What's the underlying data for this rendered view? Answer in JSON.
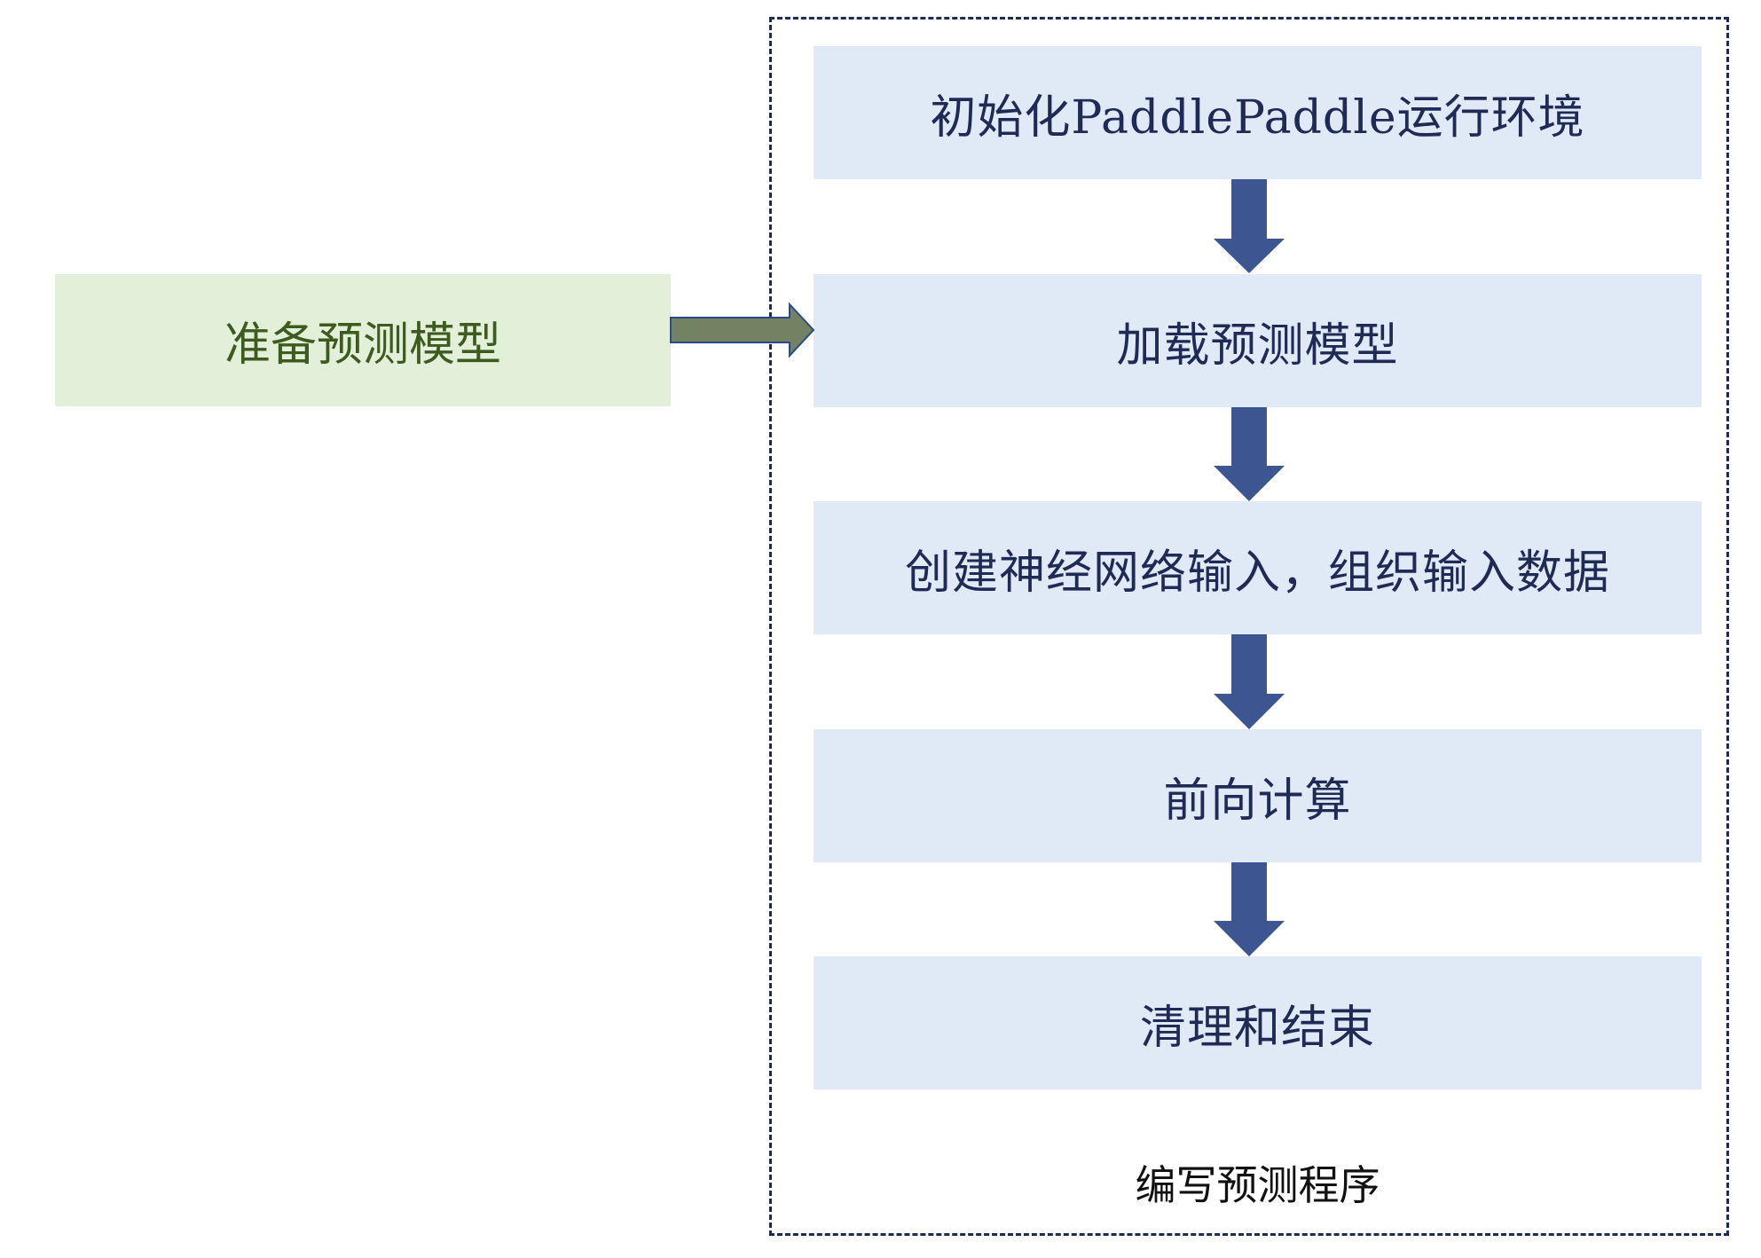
{
  "diagram": {
    "prepare_box": {
      "label": "准备预测模型"
    },
    "program_group": {
      "caption": "编写预测程序",
      "steps": [
        {
          "label": "初始化PaddlePaddle运行环境"
        },
        {
          "label": "加载预测模型"
        },
        {
          "label": "创建神经网络输入，组织输入数据"
        },
        {
          "label": "前向计算"
        },
        {
          "label": "清理和结束"
        }
      ]
    },
    "colors": {
      "step_fill": "#e0e9f6",
      "step_text": "#1f2a55",
      "prepare_fill": "#e2efd9",
      "prepare_text": "#3d5a1f",
      "down_arrow": "#3d5591",
      "right_arrow_fill": "#738262",
      "right_arrow_stroke": "#2b4a8a",
      "frame_border": "#1f2a55"
    }
  }
}
